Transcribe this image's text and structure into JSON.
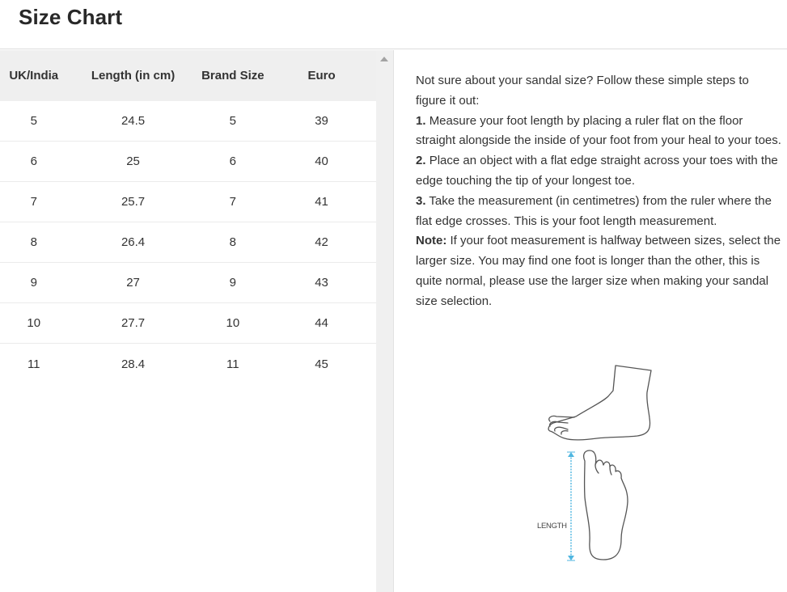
{
  "header": {
    "title": "Size Chart"
  },
  "table": {
    "columns": [
      "UK/India",
      "Length (in cm)",
      "Brand Size",
      "Euro"
    ],
    "rows": [
      [
        "5",
        "24.5",
        "5",
        "39"
      ],
      [
        "6",
        "25",
        "6",
        "40"
      ],
      [
        "7",
        "25.7",
        "7",
        "41"
      ],
      [
        "8",
        "26.4",
        "8",
        "42"
      ],
      [
        "9",
        "27",
        "9",
        "43"
      ],
      [
        "10",
        "27.7",
        "10",
        "44"
      ],
      [
        "11",
        "28.4",
        "11",
        "45"
      ]
    ]
  },
  "guide": {
    "intro": "Not sure about your sandal size? Follow these simple steps to figure it out:",
    "steps": [
      {
        "num": "1.",
        "text": "Measure your foot length by placing a ruler flat on the floor straight alongside the inside of your foot from your heal to your toes."
      },
      {
        "num": "2.",
        "text": "Place an object with a flat edge straight across your toes with the edge touching the tip of your longest toe."
      },
      {
        "num": "3.",
        "text": "Take the measurement (in centimetres) from the ruler where the flat edge crosses. This is your foot length measurement."
      }
    ],
    "note_label": "Note:",
    "note_text": "If your foot measurement is halfway between sizes, select the larger size. You may find one foot is longer than the other, this is quite normal, please use the larger size when making your sandal size selection."
  },
  "illustration": {
    "label": "LENGTH",
    "arrow_color": "#4fb6e0",
    "outline_color": "#555555"
  }
}
